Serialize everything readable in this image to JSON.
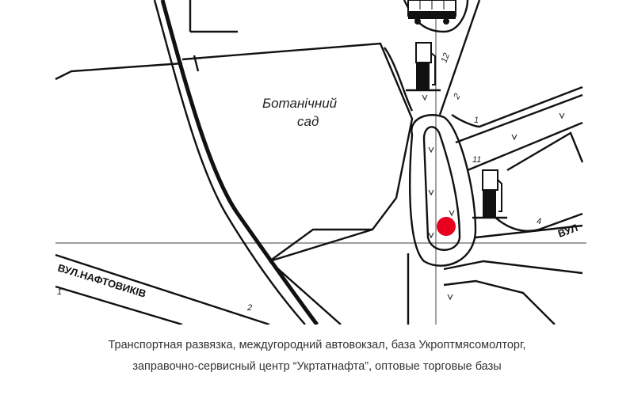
{
  "map": {
    "area_label_line1": "Ботанічний",
    "area_label_line2": "сад",
    "street_naftovykiv": "ВУЛ.НАФТОВИКІВ",
    "street_vul": "ВУЛ",
    "road_numbers": [
      "12",
      "2",
      "1",
      "11",
      "4",
      "1",
      "2"
    ],
    "marker_color": "#e8001e",
    "icons": [
      "bus-icon",
      "fuel-pump-icon",
      "fuel-pump-icon",
      "location-marker-icon",
      "grass-symbol-icon"
    ]
  },
  "caption": {
    "line1": "Транспортная развязка, междугородний автовокзал, база Укроптмясомолторг,",
    "line2": "заправочно-сервисный центр “Укртатнафта”, оптовые торговые базы"
  }
}
